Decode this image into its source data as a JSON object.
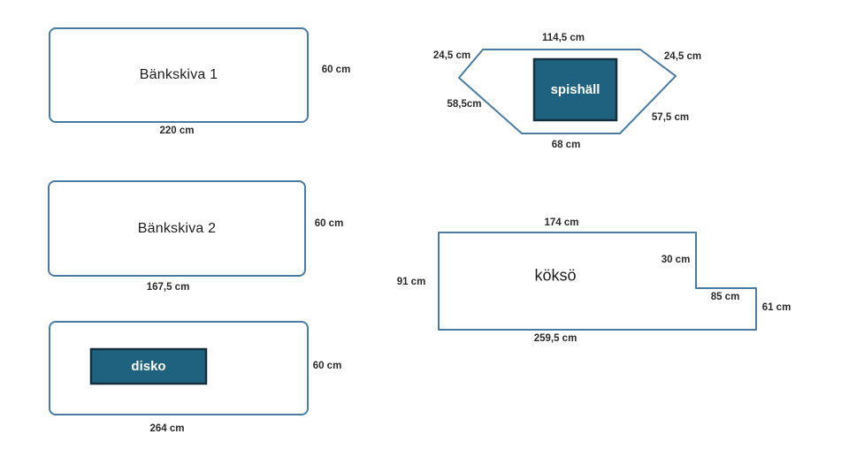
{
  "colors": {
    "outline": "#4a7ba3",
    "box_fill": "#1f627f",
    "box_border": "#14303d",
    "label_text": "#2a2a2a",
    "box_text": "#ffffff"
  },
  "shapes": {
    "bankskiva1": {
      "label": "Bänkskiva 1",
      "side": "60 cm",
      "bottom": "220 cm"
    },
    "bankskiva2": {
      "label": "Bänkskiva 2",
      "side": "60 cm",
      "bottom": "167,5 cm"
    },
    "disko": {
      "label": "disko",
      "side": "60 cm",
      "bottom": "264 cm"
    },
    "spishall": {
      "label": "spishäll",
      "top": "114,5 cm",
      "top_left": "24,5 cm",
      "top_right": "24,5 cm",
      "left": "58,5cm",
      "right": "57,5 cm",
      "bottom": "68 cm"
    },
    "kokso": {
      "label": "köksö",
      "top": "174 cm",
      "left": "91 cm",
      "step_height": "30 cm",
      "step_width": "85 cm",
      "right": "61 cm",
      "bottom": "259,5 cm"
    }
  }
}
